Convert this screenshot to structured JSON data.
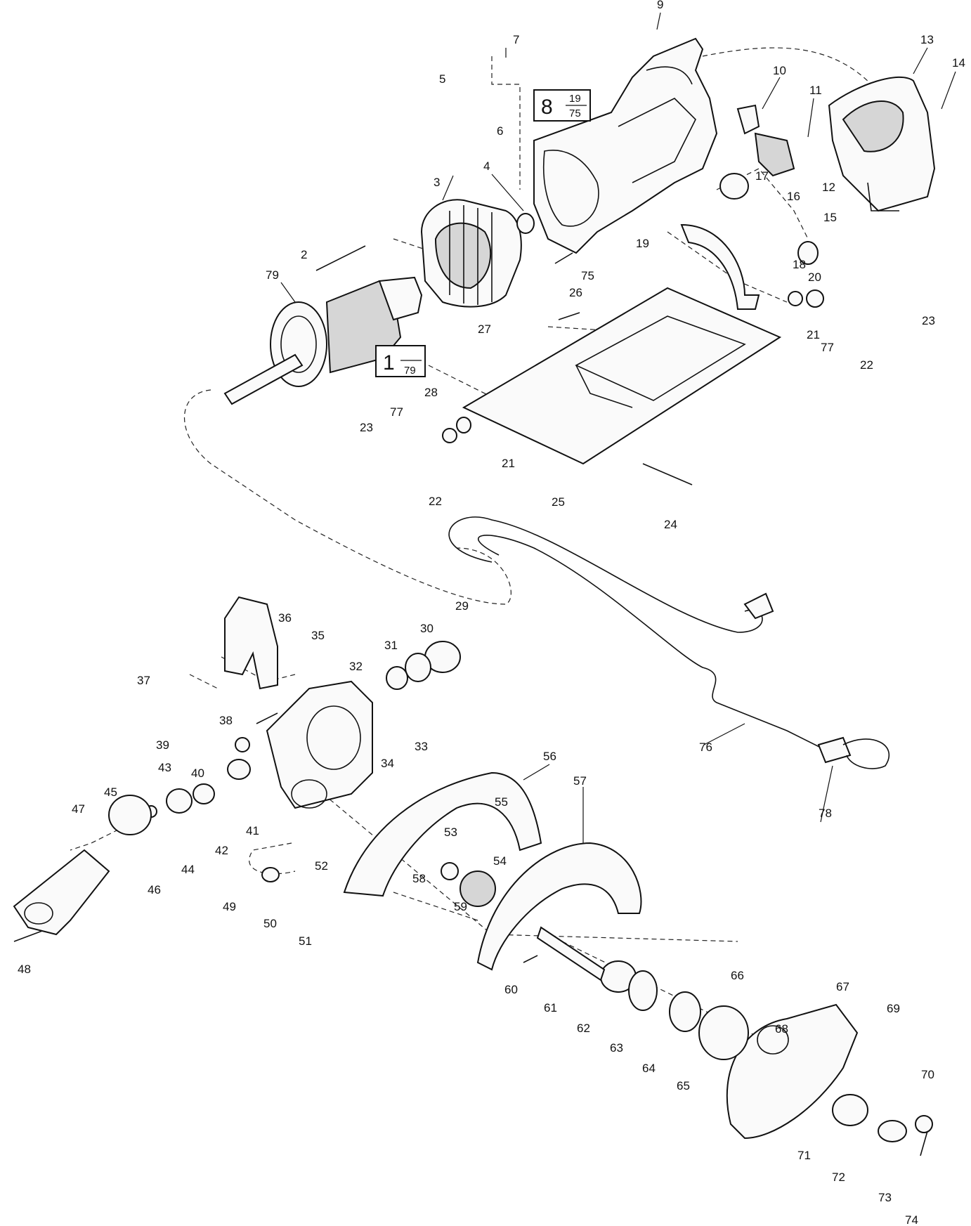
{
  "labels": {
    "p1": "1",
    "p2": "2",
    "p3": "3",
    "p4": "4",
    "p5": "5",
    "p6": "6",
    "p7": "7",
    "p9": "9",
    "p10": "10",
    "p11": "11",
    "p12": "12",
    "p13": "13",
    "p14": "14",
    "p15": "15",
    "p16": "16",
    "p17": "17",
    "p18": "18",
    "p19": "19",
    "p20": "20",
    "p21a": "21",
    "p21b": "21",
    "p22a": "22",
    "p22b": "22",
    "p23a": "23",
    "p23b": "23",
    "p24": "24",
    "p25": "25",
    "p26": "26",
    "p27": "27",
    "p28": "28",
    "p29": "29",
    "p30": "30",
    "p31": "31",
    "p32": "32",
    "p33": "33",
    "p34": "34",
    "p35": "35",
    "p36": "36",
    "p37": "37",
    "p38": "38",
    "p39": "39",
    "p40": "40",
    "p41": "41",
    "p42": "42",
    "p43": "43",
    "p44": "44",
    "p45": "45",
    "p46": "46",
    "p47": "47",
    "p48": "48",
    "p49": "49",
    "p50": "50",
    "p51": "51",
    "p52": "52",
    "p53": "53",
    "p54": "54",
    "p55": "55",
    "p56": "56",
    "p57": "57",
    "p58": "58",
    "p59": "59",
    "p60": "60",
    "p61": "61",
    "p62": "62",
    "p63": "63",
    "p64": "64",
    "p65": "65",
    "p66": "66",
    "p67": "67",
    "p68": "68",
    "p69": "69",
    "p70": "70",
    "p71": "71",
    "p72": "72",
    "p73": "73",
    "p74": "74",
    "p75": "75",
    "p76": "76",
    "p77a": "77",
    "p77b": "77",
    "p78": "78",
    "p79": "79"
  },
  "callouts": {
    "housing_box": {
      "main": "8",
      "top": "19",
      "bottom": "75"
    },
    "armature_box": {
      "main": "1",
      "bottom": "79"
    }
  }
}
